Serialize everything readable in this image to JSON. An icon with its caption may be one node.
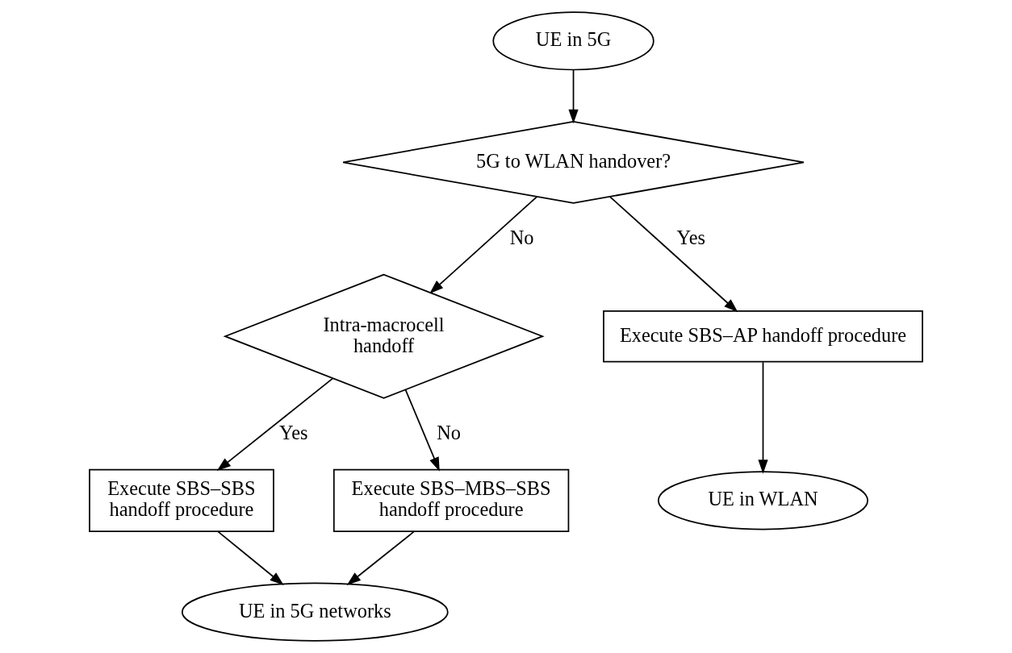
{
  "diagram": {
    "nodes": [
      {
        "text": [
          "UE in 5G"
        ]
      },
      {
        "text": [
          "5G to WLAN handover?"
        ]
      },
      {
        "text": [
          "Intra-macrocell handoff"
        ]
      },
      {
        "text": [
          "Execute SBS–AP handoff procedure"
        ]
      },
      {
        "text": [
          "Execute SBS–SBS handoff procedure"
        ]
      },
      {
        "text": [
          "Execute SBS–MBS–SBS handoff procedure"
        ]
      },
      {
        "text": [
          "UE in WLAN"
        ]
      },
      {
        "text": [
          "UE in 5G networks"
        ]
      }
    ],
    "edges": [
      {
        "from": 0,
        "to": 1,
        "arrow": "to"
      },
      {
        "from": 1,
        "to": 2,
        "arrow": "to",
        "label": "No"
      },
      {
        "from": 1,
        "to": 3,
        "arrow": "to",
        "label": "Yes"
      },
      {
        "from": 2,
        "to": 4,
        "arrow": "to",
        "label": "Yes"
      },
      {
        "from": 2,
        "to": 5,
        "arrow": "to",
        "label": "No"
      },
      {
        "from": 3,
        "to": 6,
        "arrow": "to"
      },
      {
        "from": 4,
        "to": 7,
        "arrow": "to"
      },
      {
        "from": 5,
        "to": 7,
        "arrow": "to"
      }
    ]
  }
}
